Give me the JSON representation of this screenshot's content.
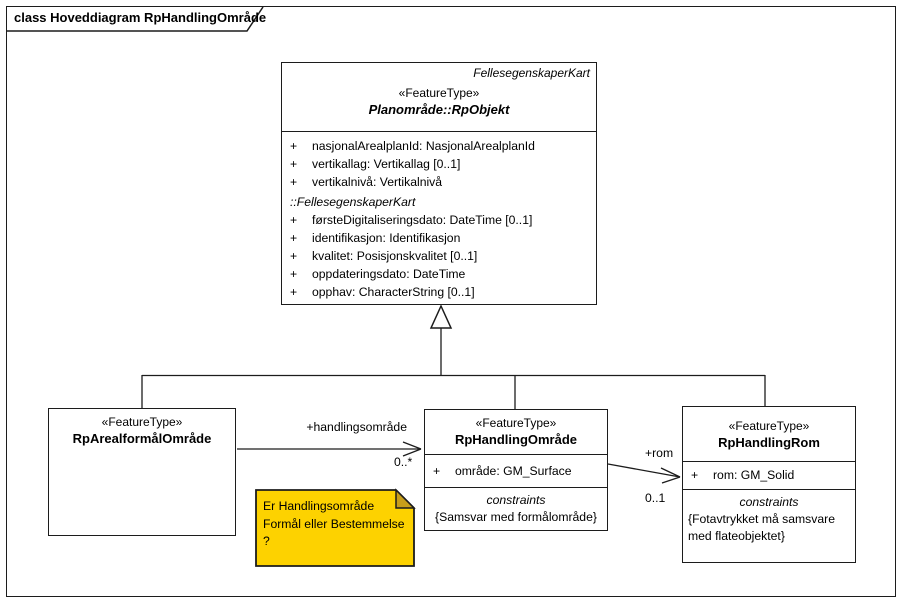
{
  "frame": {
    "title": "class Hoveddiagram RpHandlingOmråde"
  },
  "colors": {
    "line": "#1c1c1c",
    "box_fill": "#ffffff",
    "note_fill": "#fdd200",
    "note_fold": "#c79e1b"
  },
  "superclass": {
    "package": "FellesegenskaperKart",
    "stereotype": "«FeatureType»",
    "name": "Planområde::RpObjekt",
    "attributes": [
      {
        "v": "+",
        "t": "nasjonalArealplanId: NasjonalArealplanId"
      },
      {
        "v": "+",
        "t": "vertikallag: Vertikallag [0..1]"
      },
      {
        "v": "+",
        "t": "vertikalnivå: Vertikalnivå"
      },
      {
        "v": "",
        "t": "::FellesegenskaperKart"
      },
      {
        "v": "+",
        "t": "førsteDigitaliseringsdato: DateTime [0..1]"
      },
      {
        "v": "+",
        "t": "identifikasjon: Identifikasjon"
      },
      {
        "v": "+",
        "t": "kvalitet: Posisjonskvalitet [0..1]"
      },
      {
        "v": "+",
        "t": "oppdateringsdato: DateTime"
      },
      {
        "v": "+",
        "t": "opphav: CharacterString [0..1]"
      }
    ]
  },
  "arealformal": {
    "stereotype": "«FeatureType»",
    "name": "RpArealformålOmråde"
  },
  "handlingomrade": {
    "stereotype": "«FeatureType»",
    "name": "RpHandlingOmråde",
    "attribute": {
      "v": "+",
      "t": "område: GM_Surface"
    },
    "constraints_label": "constraints",
    "constraint": "{Samsvar med formålområde}"
  },
  "handlingrom": {
    "stereotype": "«FeatureType»",
    "name": "RpHandlingRom",
    "attribute": {
      "v": "+",
      "t": "rom: GM_Solid"
    },
    "constraints_label": "constraints",
    "constraint_line1": "{Fotavtrykket må samsvare",
    "constraint_line2": "med flateobjektet}"
  },
  "associations": {
    "handlingsomrade": {
      "role": "+handlingsområde",
      "multiplicity": "0..*"
    },
    "rom": {
      "role": "+rom",
      "multiplicity": "0..1"
    }
  },
  "note": {
    "line1": "Er Handlingsområde",
    "line2": "Formål eller Bestemmelse",
    "line3": "?"
  }
}
